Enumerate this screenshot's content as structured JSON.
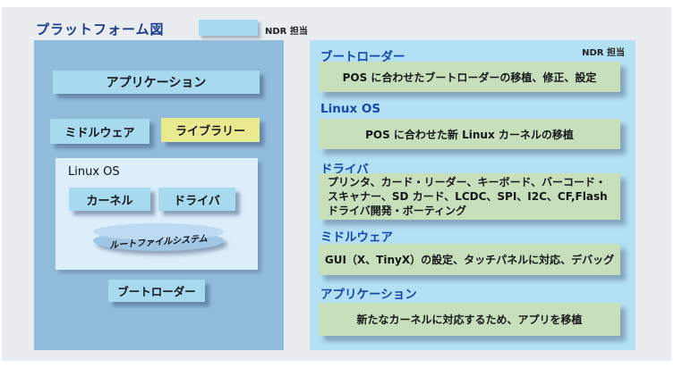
{
  "colors": {
    "page_bg": "#e9edf0",
    "platform_panel": "#92bcdc",
    "tasks_panel": "#b3e0f2",
    "box_blue": "#a7daee",
    "box_yellow": "#e9ea90",
    "linux_group_bg": "#dceefa",
    "task_box_green": "#c8dfbc",
    "heading_blue": "#1747ab",
    "title_navy": "#1c3c90"
  },
  "header": {
    "title": "プラットフォーム図",
    "legend_label": "NDR 担当"
  },
  "platform": {
    "application": "アプリケーション",
    "middleware": "ミドルウェア",
    "library": "ライブラリー",
    "linux_os": "Linux OS",
    "kernel": "カーネル",
    "driver": "ドライバ",
    "root_filesystem": "ルートファイルシステム",
    "bootloader": "ブートローダー"
  },
  "tasks": {
    "ndr_label": "NDR 担当",
    "sections": [
      {
        "heading": "ブートローダー",
        "body": "POS に合わせたブートローダーの移植、修正、設定"
      },
      {
        "heading": "Linux OS",
        "body": "POS に合わせた新 Linux カーネルの移植"
      },
      {
        "heading": "ドライバ",
        "body": "プリンタ、カード・リーダー、キーボード、バーコード・\nスキャナー、SD カード、LCDC、SPI、I2C、CF,Flash\nドライバ開発・ボーティング"
      },
      {
        "heading": "ミドルウェア",
        "body": "GUI（X、TinyX）の設定、タッチパネルに対応、デバッグ"
      },
      {
        "heading": "アプリケーション",
        "body": "新たなカーネルに対応するため、アプリを移植"
      }
    ]
  }
}
